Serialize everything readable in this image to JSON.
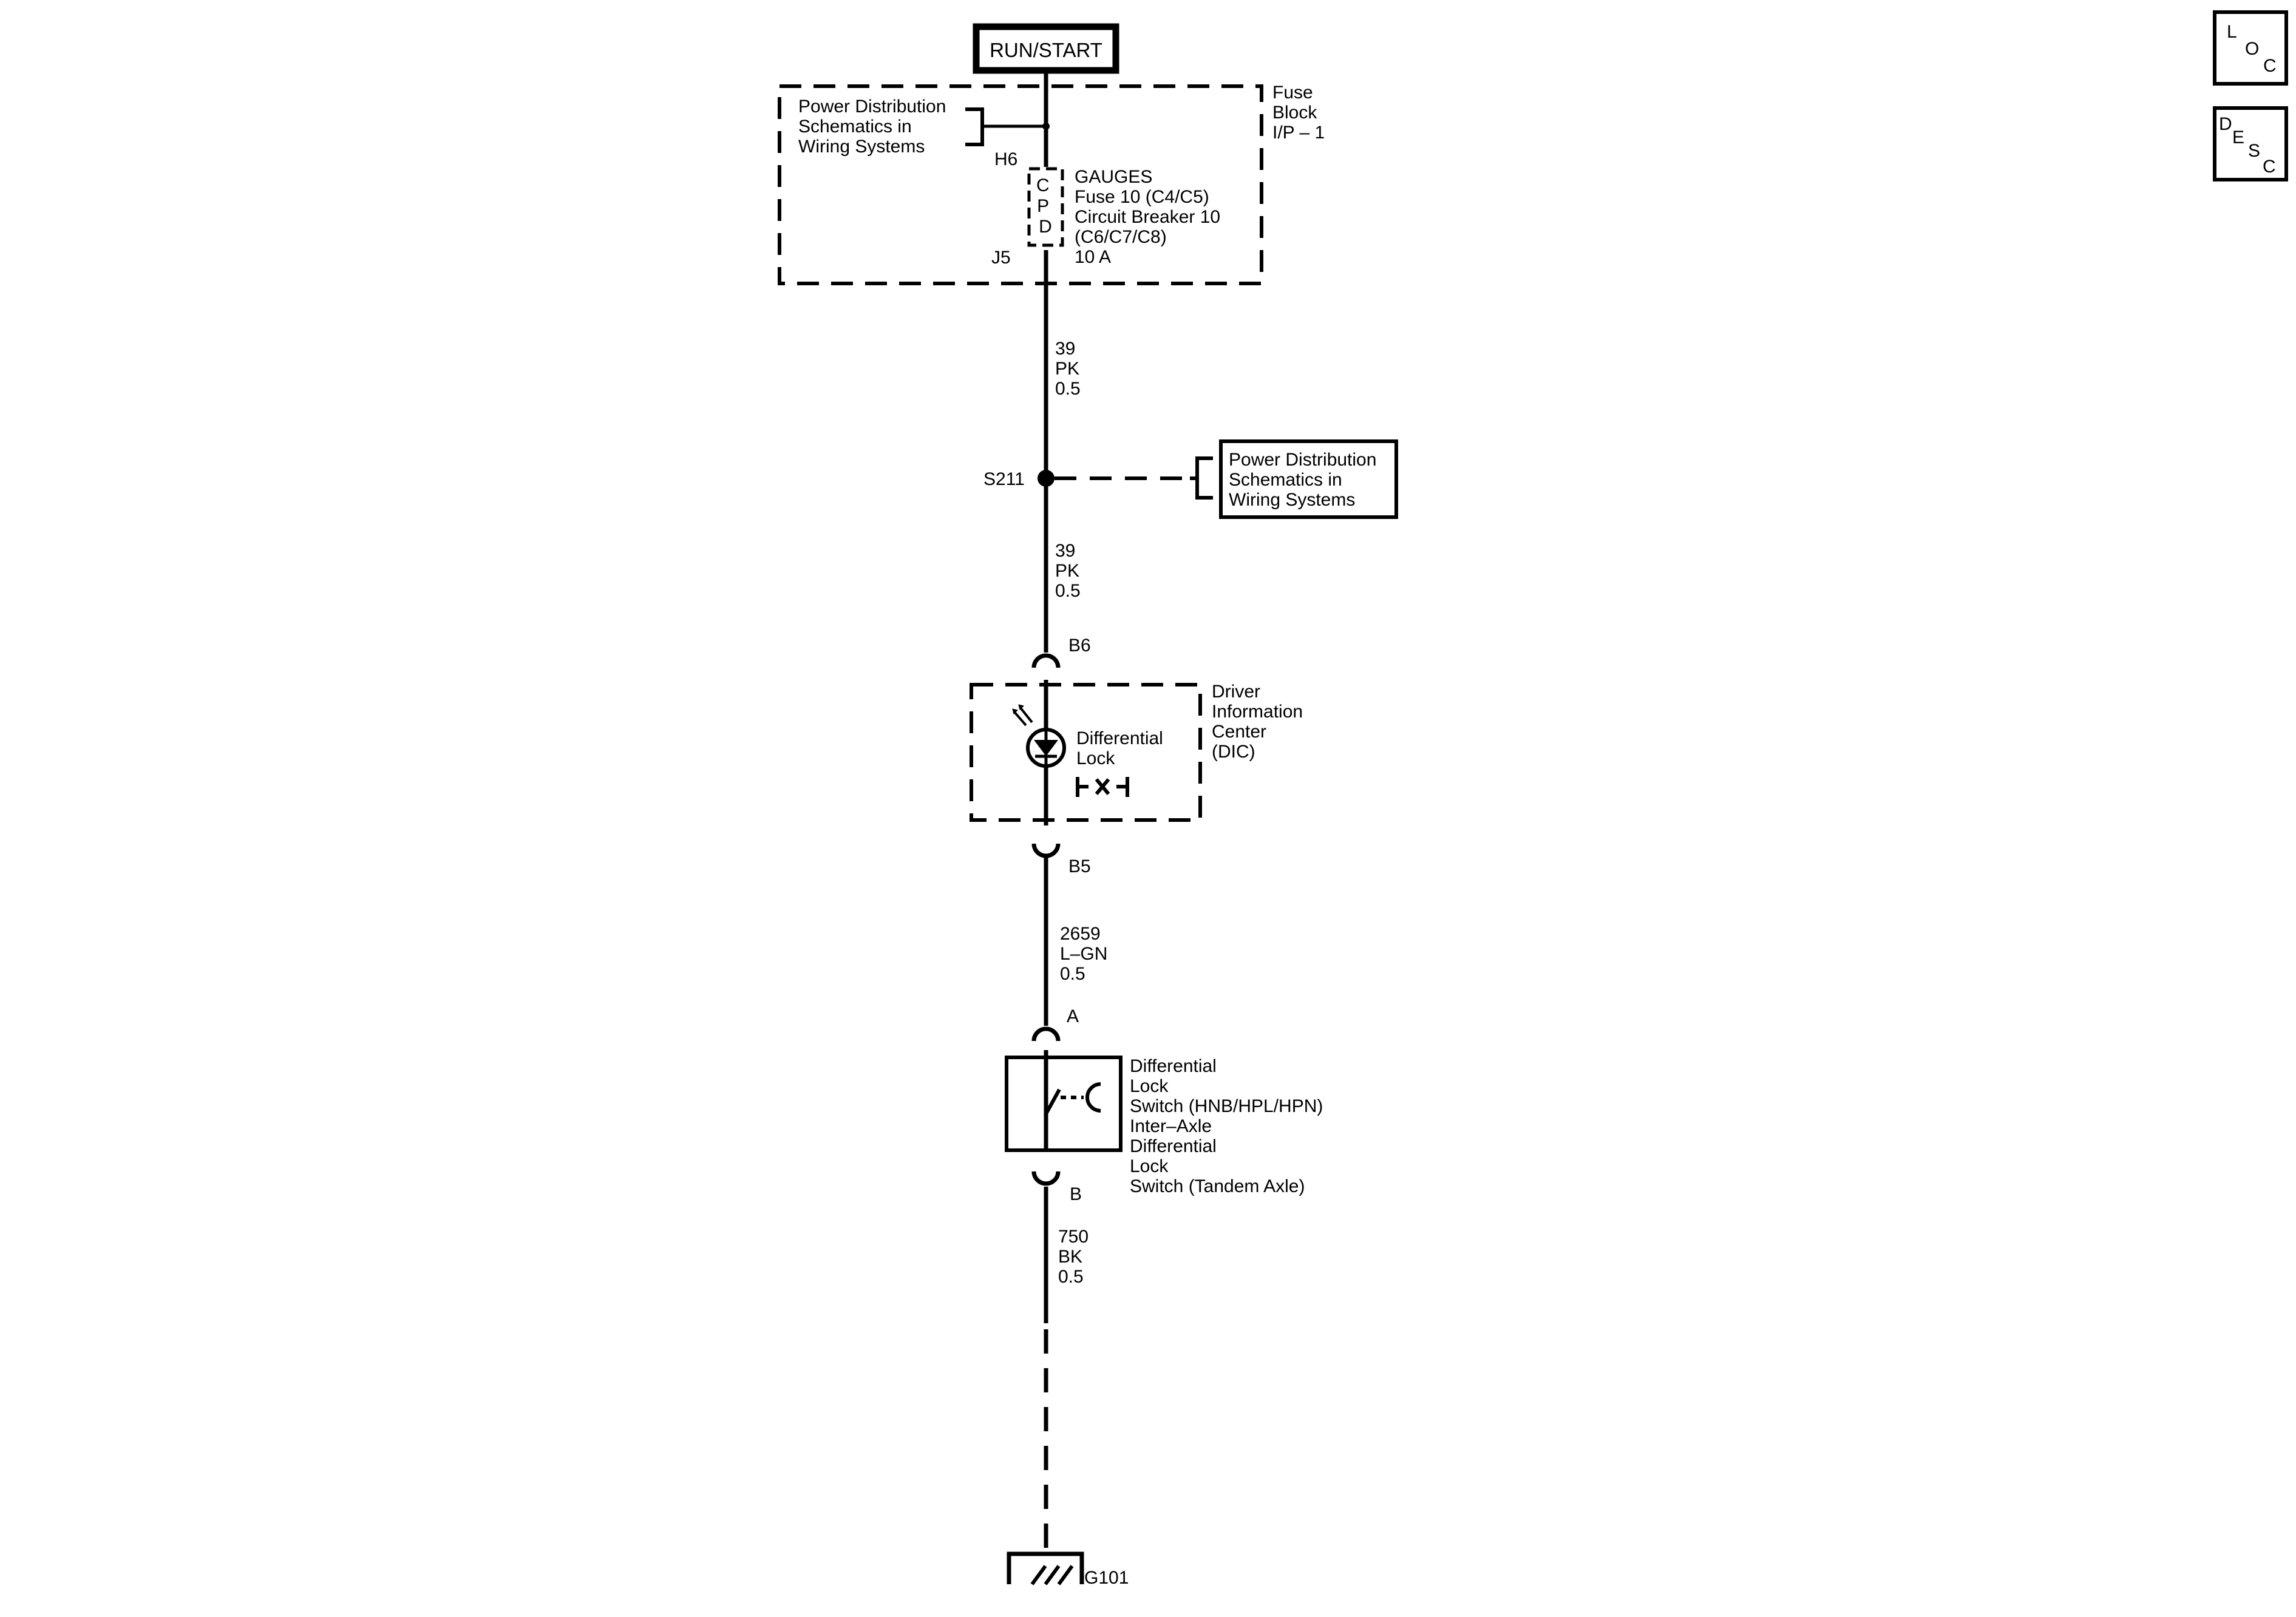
{
  "power_source": "RUN/START",
  "fuse_block": {
    "name_lines": [
      "Fuse",
      "Block",
      "I/P – 1"
    ],
    "ref_note_lines": [
      "Power Distribution",
      "Schematics in",
      "Wiring Systems"
    ],
    "pin_in": "H6",
    "pin_out": "J5",
    "cpd_letters": [
      "C",
      "P",
      "D"
    ],
    "fuse_lines": [
      "GAUGES",
      "Fuse 10 (C4/C5)",
      "Circuit Breaker 10",
      "(C6/C7/C8)",
      "10 A"
    ]
  },
  "wire_1": {
    "lines": [
      "39",
      "PK",
      "0.5"
    ]
  },
  "splice": {
    "name": "S211",
    "ref_note_lines": [
      "Power Distribution",
      "Schematics in",
      "Wiring Systems"
    ]
  },
  "wire_2": {
    "lines": [
      "39",
      "PK",
      "0.5"
    ]
  },
  "dic": {
    "pin_in": "B6",
    "pin_out": "B5",
    "name_lines": [
      "Driver",
      "Information",
      "Center",
      "(DIC)"
    ],
    "lamp_label_lines": [
      "Differential",
      "Lock"
    ],
    "lamp_symbol": "-X-"
  },
  "wire_3": {
    "lines": [
      "2659",
      "L–GN",
      "0.5"
    ]
  },
  "switch": {
    "pin_in": "A",
    "pin_out": "B",
    "name_lines": [
      "Differential",
      "Lock",
      "Switch (HNB/HPL/HPN)",
      "Inter–Axle",
      "Differential",
      "Lock",
      "Switch (Tandem Axle)"
    ]
  },
  "wire_4": {
    "lines": [
      "750",
      "BK",
      "0.5"
    ]
  },
  "ground": {
    "name": "G101"
  },
  "nav_buttons": [
    {
      "name": "loc",
      "letters": [
        "L",
        "O",
        "C"
      ]
    },
    {
      "name": "desc",
      "letters": [
        "D",
        "E",
        "S",
        "C"
      ]
    }
  ]
}
